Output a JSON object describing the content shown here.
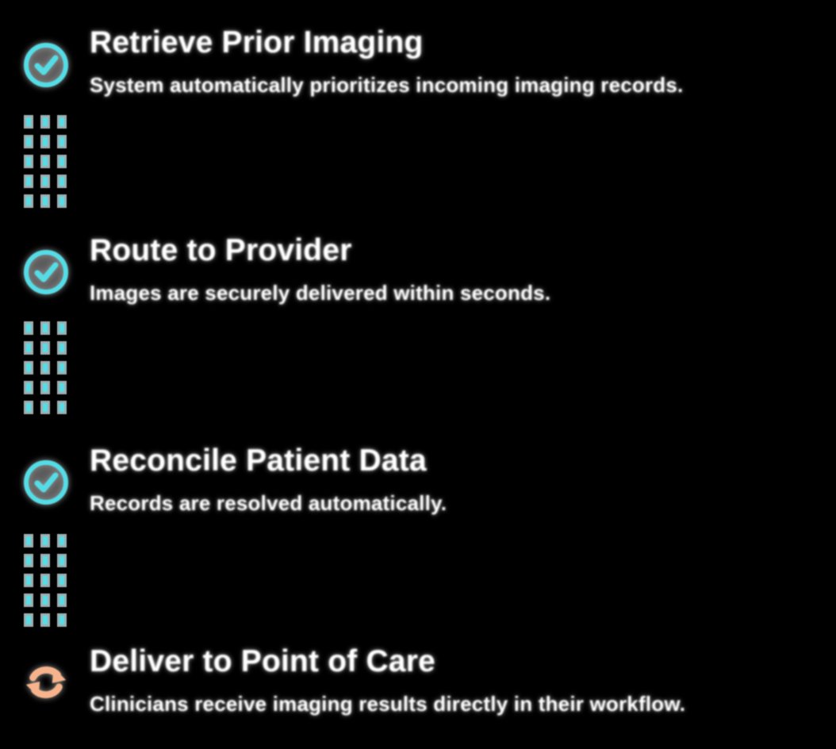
{
  "page": {
    "background": "#000000",
    "description": "Vertical four-step workflow stepper, three completed steps (teal check circles) and one in-progress step (orange refresh icon), joined by triple dashed teal connectors"
  },
  "colors": {
    "background": "#000000",
    "accent_teal": "#54dde6",
    "accent_orange": "#f7b48c",
    "halo_gray": "#a8a8a8",
    "text": "#ffffff"
  },
  "steps": [
    {
      "icon": "check-circle-icon",
      "status": "complete",
      "title": "Retrieve Prior Imaging",
      "description": "System automatically prioritizes incoming imaging records."
    },
    {
      "icon": "check-circle-icon",
      "status": "complete",
      "title": "Route to Provider",
      "description": "Images are securely delivered within seconds."
    },
    {
      "icon": "check-circle-icon",
      "status": "complete",
      "title": "Reconcile Patient Data",
      "description": "Records are resolved automatically."
    },
    {
      "icon": "refresh-icon",
      "status": "in-progress",
      "title": "Deliver to Point of Care",
      "description": "Clinicians receive imaging results directly in their workflow."
    }
  ]
}
